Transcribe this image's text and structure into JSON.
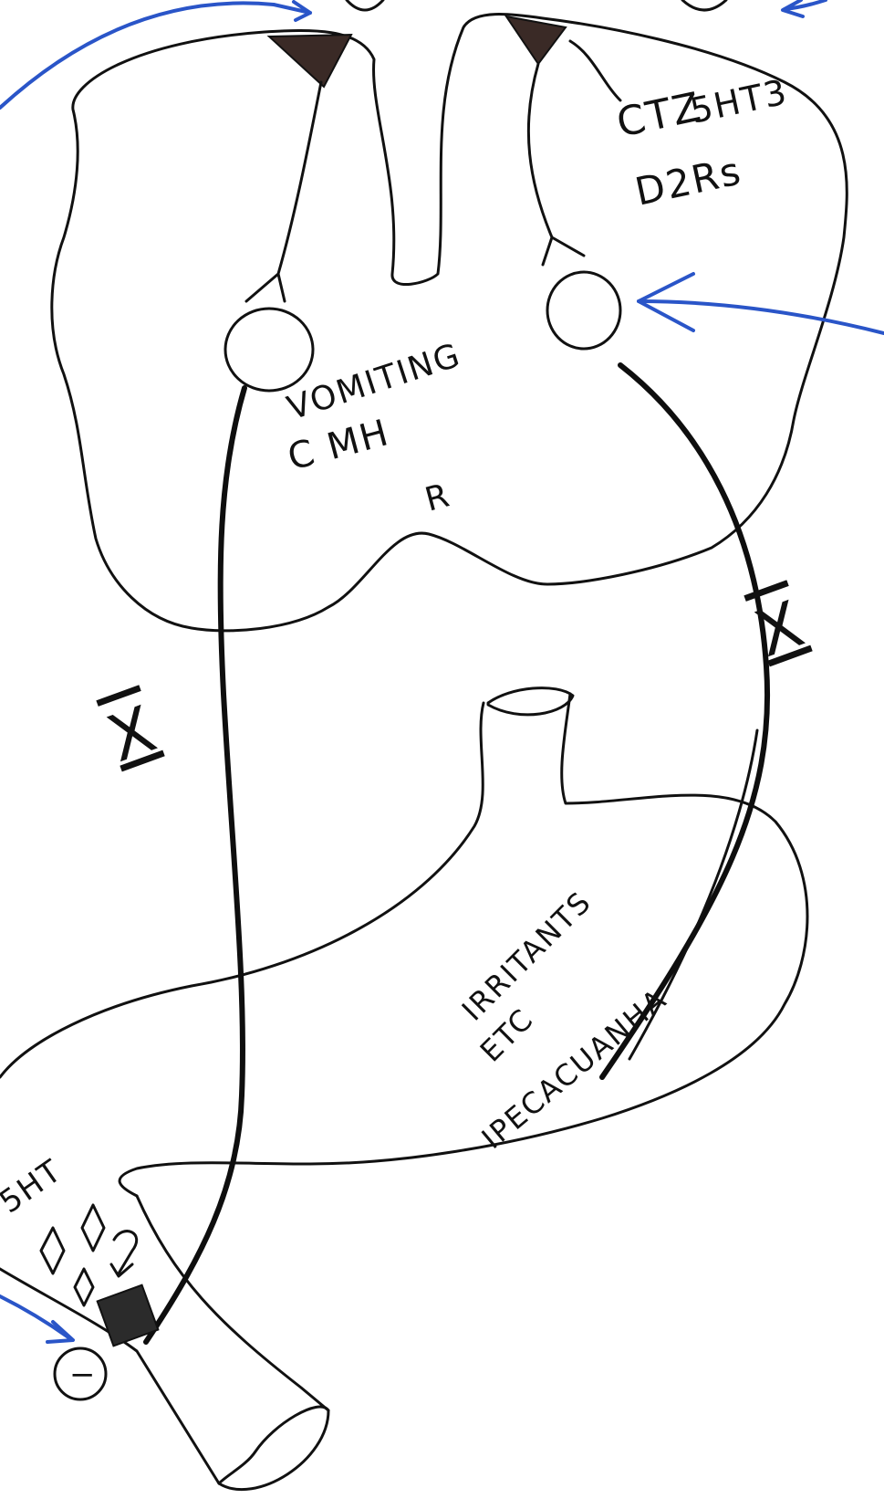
{
  "labels": {
    "ctz": "CTZ",
    "five_ht3": "5HT3",
    "d2rs": "D2Rs",
    "vomiting": "VOMITING",
    "cmh": "C MH",
    "r": "R",
    "vagus_left": "X",
    "vagus_right": "X",
    "irritants": "IRRITANTS",
    "etc": "ETC",
    "ipecacuanha": "IPECACUANHA",
    "five_ht_gut": "5HT",
    "minus": "−"
  },
  "colors": {
    "ink": "#111111",
    "arrow": "#2a55c8",
    "shading": "#3a2a26"
  }
}
